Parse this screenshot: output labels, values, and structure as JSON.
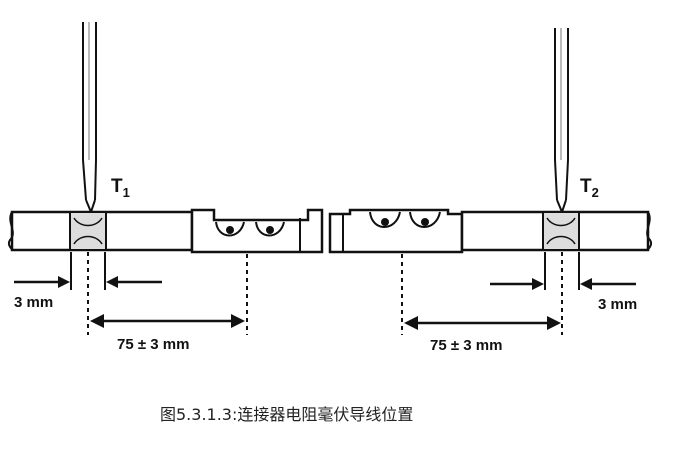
{
  "labels": {
    "t1_main": "T",
    "t1_sub": "1",
    "t2_main": "T",
    "t2_sub": "2",
    "gap_left": "3 mm",
    "gap_right": "3 mm",
    "span_left": "75 ± 3 mm",
    "span_right": "75 ± 3 mm"
  },
  "caption": "图5.3.1.3:连接器电阻毫伏导线位置",
  "colors": {
    "ink": "#111111",
    "paper": "#ffffff"
  }
}
